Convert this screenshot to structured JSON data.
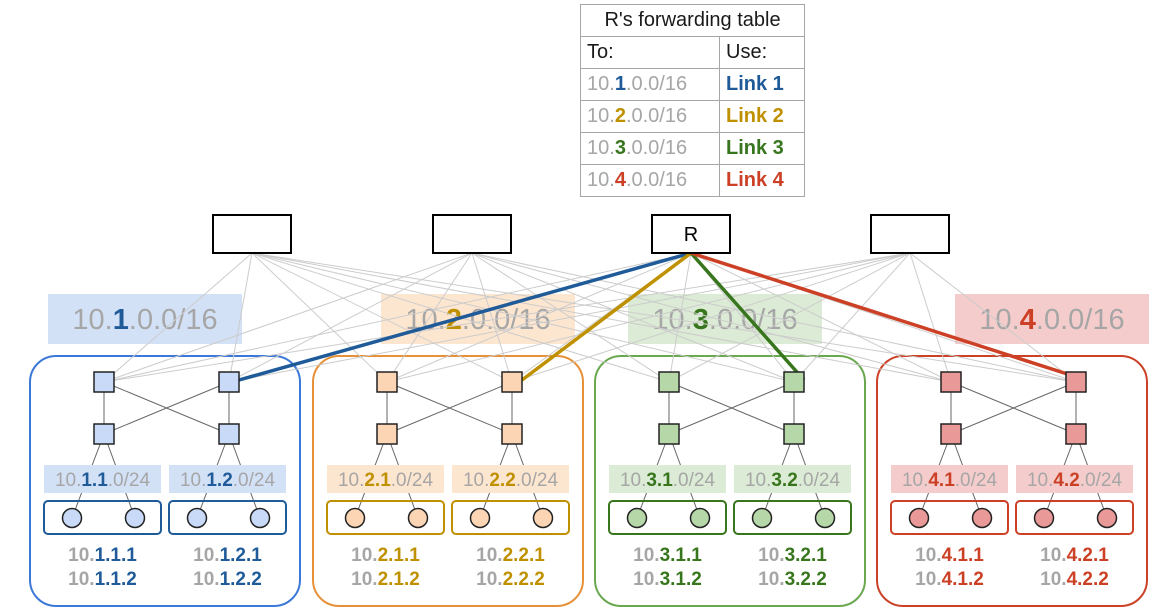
{
  "table": {
    "title": "R's forwarding table",
    "col_to": "To:",
    "col_use": "Use:",
    "rows": [
      {
        "pre": "10.",
        "hl": "1",
        "post": ".0.0/16",
        "link": "Link 1",
        "color": "#1f5b99"
      },
      {
        "pre": "10.",
        "hl": "2",
        "post": ".0.0/16",
        "link": "Link 2",
        "color": "#bf9000"
      },
      {
        "pre": "10.",
        "hl": "3",
        "post": ".0.0/16",
        "link": "Link 3",
        "color": "#38761d"
      },
      {
        "pre": "10.",
        "hl": "4",
        "post": ".0.0/16",
        "link": "Link 4",
        "color": "#cc4125"
      }
    ]
  },
  "spines": [
    {
      "label": ""
    },
    {
      "label": ""
    },
    {
      "label": "R"
    },
    {
      "label": ""
    }
  ],
  "pods": [
    {
      "prefix": {
        "pre": "10.",
        "hl": "1",
        "post": ".0.0/16"
      },
      "border": "#3c78d8",
      "dark": "#1f5b99",
      "fill": "#c9daf8",
      "band": "#d3e1f7",
      "subnets": [
        {
          "pre": "10.",
          "hl": "1.1",
          "post": ".0/24",
          "hosts": [
            {
              "pre": "10.",
              "hl": "1.1.1"
            },
            {
              "pre": "10.",
              "hl": "1.1.2"
            }
          ]
        },
        {
          "pre": "10.",
          "hl": "1.2",
          "post": ".0/24",
          "hosts": [
            {
              "pre": "10.",
              "hl": "1.2.1"
            },
            {
              "pre": "10.",
              "hl": "1.2.2"
            }
          ]
        }
      ]
    },
    {
      "prefix": {
        "pre": "10.",
        "hl": "2",
        "post": ".0.0/16"
      },
      "border": "#e69138",
      "dark": "#bf9000",
      "fill": "#fcd5b4",
      "band": "#fde6cf",
      "subnets": [
        {
          "pre": "10.",
          "hl": "2.1",
          "post": ".0/24",
          "hosts": [
            {
              "pre": "10.",
              "hl": "2.1.1"
            },
            {
              "pre": "10.",
              "hl": "2.1.2"
            }
          ]
        },
        {
          "pre": "10.",
          "hl": "2.2",
          "post": ".0/24",
          "hosts": [
            {
              "pre": "10.",
              "hl": "2.2.1"
            },
            {
              "pre": "10.",
              "hl": "2.2.2"
            }
          ]
        }
      ]
    },
    {
      "prefix": {
        "pre": "10.",
        "hl": "3",
        "post": ".0.0/16"
      },
      "border": "#6aa84f",
      "dark": "#38761d",
      "fill": "#b6d7a8",
      "band": "#dcebd5",
      "subnets": [
        {
          "pre": "10.",
          "hl": "3.1",
          "post": ".0/24",
          "hosts": [
            {
              "pre": "10.",
              "hl": "3.1.1"
            },
            {
              "pre": "10.",
              "hl": "3.1.2"
            }
          ]
        },
        {
          "pre": "10.",
          "hl": "3.2",
          "post": ".0/24",
          "hosts": [
            {
              "pre": "10.",
              "hl": "3.2.1"
            },
            {
              "pre": "10.",
              "hl": "3.2.2"
            }
          ]
        }
      ]
    },
    {
      "prefix": {
        "pre": "10.",
        "hl": "4",
        "post": ".0.0/16"
      },
      "border": "#cc4125",
      "dark": "#cc4125",
      "fill": "#ea9999",
      "band": "#f4cccc",
      "subnets": [
        {
          "pre": "10.",
          "hl": "4.1",
          "post": ".0/24",
          "hosts": [
            {
              "pre": "10.",
              "hl": "4.1.1"
            },
            {
              "pre": "10.",
              "hl": "4.1.2"
            }
          ]
        },
        {
          "pre": "10.",
          "hl": "4.2",
          "post": ".0/24",
          "hosts": [
            {
              "pre": "10.",
              "hl": "4.2.1"
            },
            {
              "pre": "10.",
              "hl": "4.2.2"
            }
          ]
        }
      ]
    }
  ],
  "colors": {
    "muted_text": "#a6a6a6",
    "mesh_line": "#cccccc",
    "pod_line": "#666666"
  }
}
